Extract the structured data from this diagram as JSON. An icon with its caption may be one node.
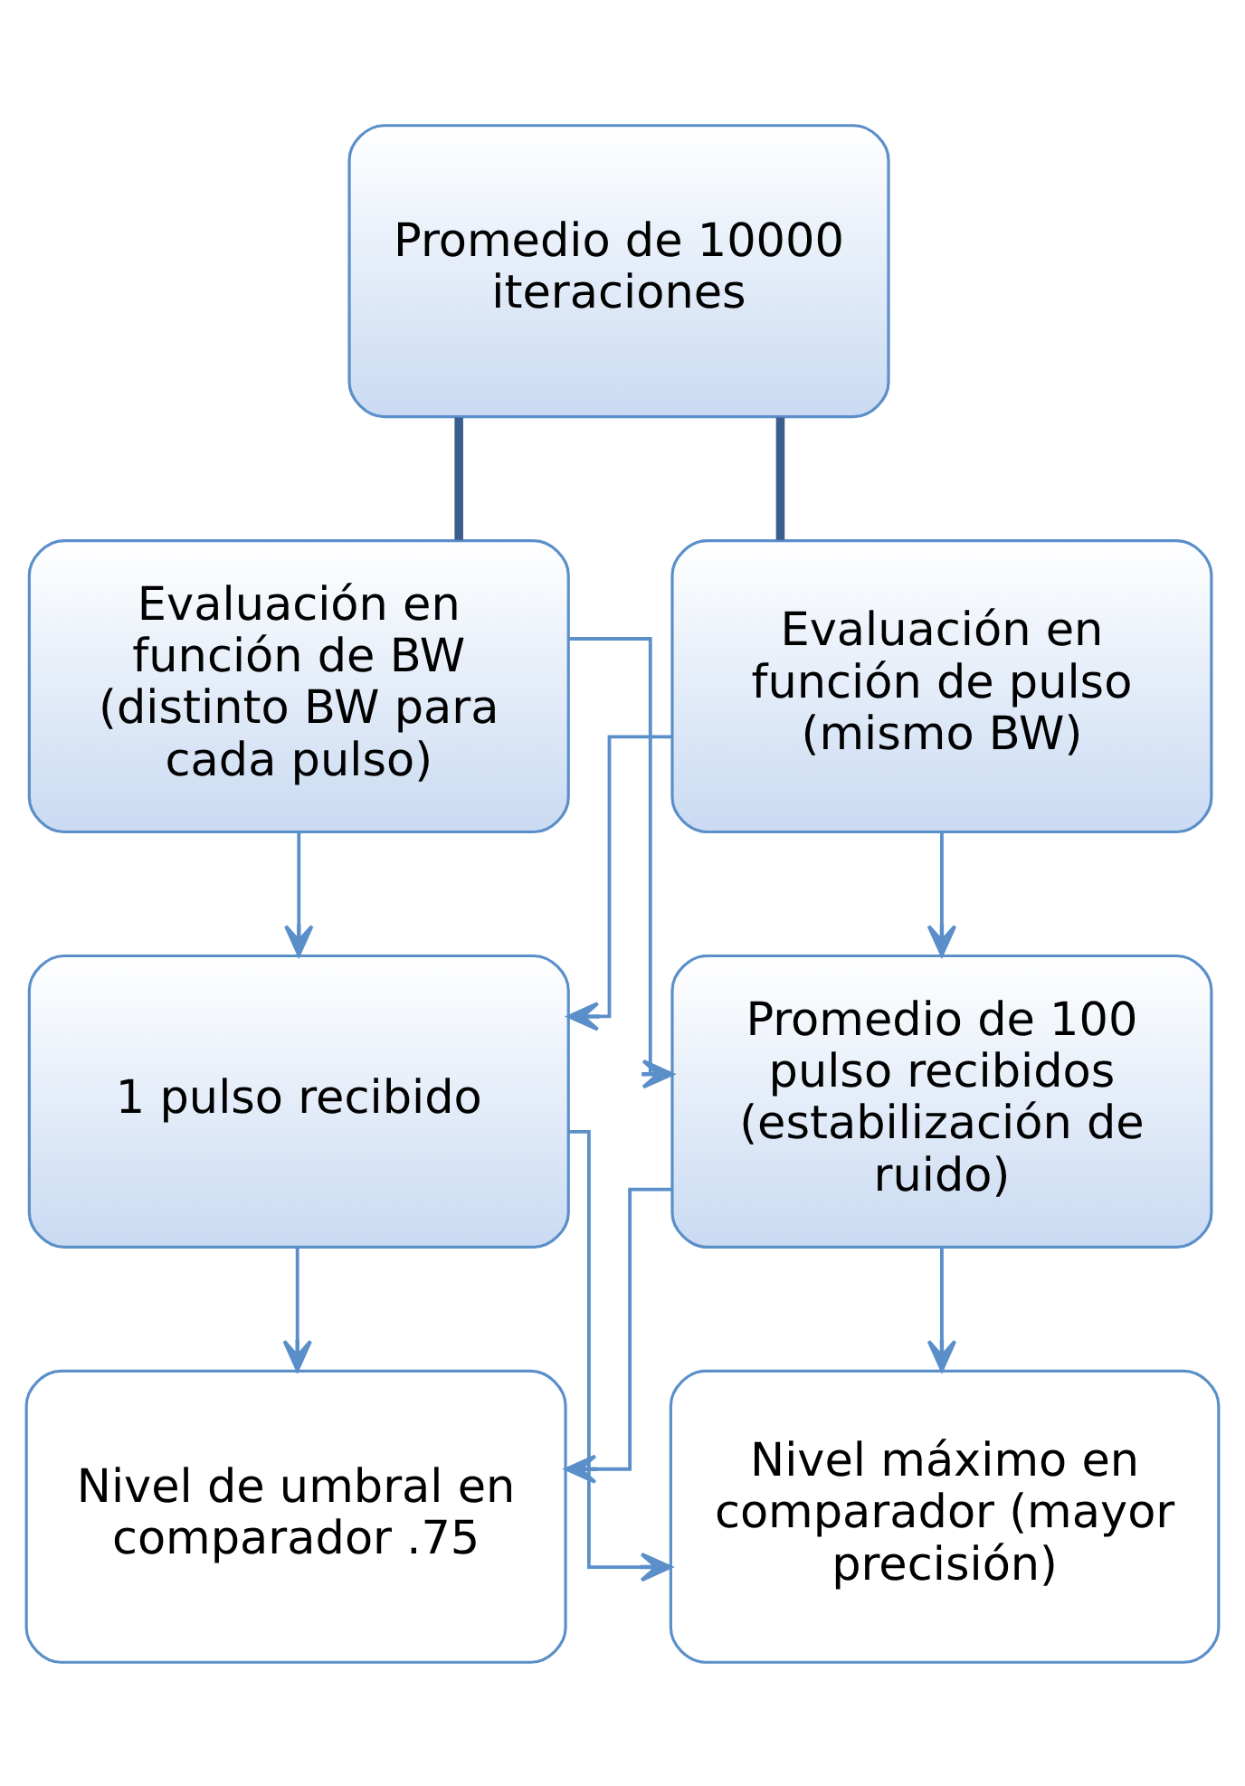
{
  "diagram": {
    "nodes": [
      {
        "text": [
          "Promedio de 10000 iteraciones"
        ]
      },
      {
        "text": [
          "Evaluación en función de BW (distinto BW para cada pulso)"
        ]
      },
      {
        "text": [
          "Evaluación en función de pulso (mismo BW)"
        ]
      },
      {
        "text": [
          "1 pulso recibido"
        ]
      },
      {
        "text": [
          "Promedio de 100 pulso recibidos (estabilización de ruido)"
        ]
      },
      {
        "text": [
          "Nivel de umbral en comparador .75"
        ]
      },
      {
        "text": [
          "Nivel máximo en comparador (mayor precisión)"
        ]
      }
    ],
    "edges": [
      {
        "from": 0,
        "to": 1,
        "arrow": "none",
        "style": "thick",
        "color": "#3b5e8c"
      },
      {
        "from": 0,
        "to": 2,
        "arrow": "none",
        "style": "thick",
        "color": "#3b5e8c"
      },
      {
        "from": 1,
        "to": 3,
        "arrow": "to"
      },
      {
        "from": 1,
        "to": 4,
        "arrow": "to"
      },
      {
        "from": 2,
        "to": 3,
        "arrow": "to"
      },
      {
        "from": 2,
        "to": 4,
        "arrow": "to"
      },
      {
        "from": 3,
        "to": 5,
        "arrow": "to"
      },
      {
        "from": 3,
        "to": 6,
        "arrow": "to"
      },
      {
        "from": 4,
        "to": 5,
        "arrow": "to"
      },
      {
        "from": 4,
        "to": 6,
        "arrow": "to"
      }
    ]
  }
}
